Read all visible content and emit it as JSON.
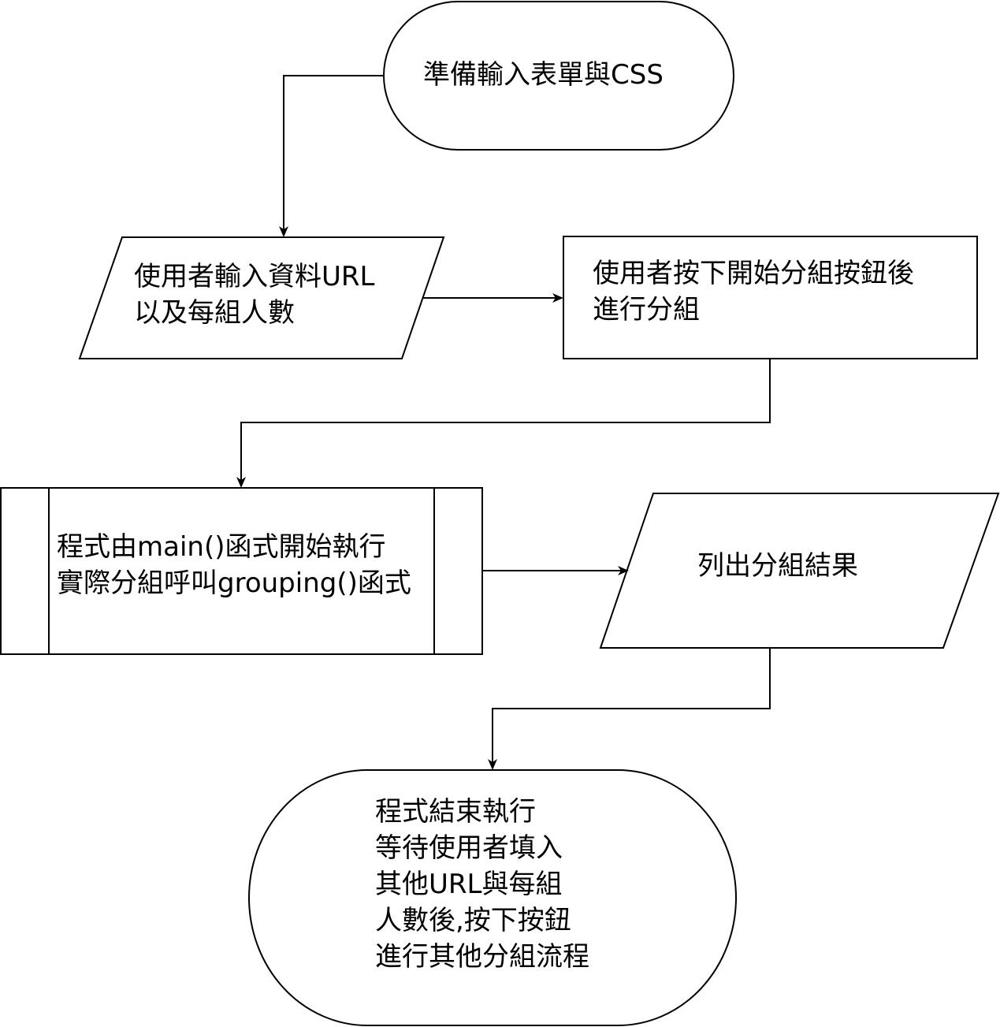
{
  "nodes": {
    "start": {
      "text": "準備輸入表單與CSS",
      "shape": "terminator"
    },
    "input": {
      "lines": [
        "使用者輸入資料URL",
        "以及每組人數"
      ],
      "shape": "data"
    },
    "process": {
      "lines": [
        "使用者按下開始分組按鈕後",
        "進行分組"
      ],
      "shape": "process"
    },
    "subroutine": {
      "lines": [
        "程式由main()函式開始執行",
        "實際分組呼叫grouping()函式"
      ],
      "shape": "predefined-process"
    },
    "output": {
      "text": "列出分組結果",
      "shape": "data"
    },
    "end": {
      "lines": [
        "程式結束執行",
        "等待使用者填入",
        "其他URL與每組",
        "人數後,按下按鈕",
        "進行其他分組流程"
      ],
      "shape": "terminator"
    }
  },
  "edges": [
    {
      "from": "start",
      "to": "input"
    },
    {
      "from": "input",
      "to": "process"
    },
    {
      "from": "process",
      "to": "subroutine"
    },
    {
      "from": "subroutine",
      "to": "output"
    },
    {
      "from": "output",
      "to": "end"
    }
  ],
  "colors": {
    "stroke": "#000000",
    "fill": "#ffffff"
  }
}
